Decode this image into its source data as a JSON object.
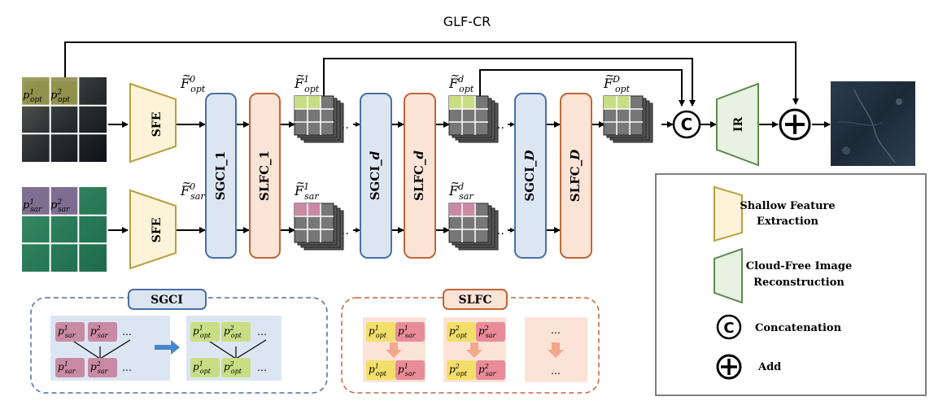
{
  "title": "GLF-CR",
  "modules": {
    "sfe": "SFE",
    "sgci_1": "SGCI_1",
    "slfc_1": "SLFC_1",
    "sgci_d_prefix": "SGCI_",
    "sgci_d_suffix": "d",
    "slfc_d_prefix": "SLFC_",
    "slfc_d_suffix": "d",
    "sgci_D_prefix": "SGCI_",
    "sgci_D_suffix": "D",
    "slfc_D_prefix": "SLFC_",
    "slfc_D_suffix": "D",
    "ir": "IR",
    "concat_symbol": "C"
  },
  "features": {
    "opt": {
      "base": "F",
      "sub": "opt",
      "sups": [
        "0",
        "1",
        "d",
        "D"
      ]
    },
    "sar": {
      "base": "F",
      "sub": "sar",
      "sups": [
        "0",
        "1",
        "d"
      ]
    }
  },
  "patches": {
    "opt": [
      {
        "base": "p",
        "sub": "opt",
        "sup": "1"
      },
      {
        "base": "p",
        "sub": "opt",
        "sup": "2"
      }
    ],
    "sar": [
      {
        "base": "p",
        "sub": "sar",
        "sup": "1"
      },
      {
        "base": "p",
        "sub": "sar",
        "sup": "2"
      }
    ]
  },
  "ellipsis": "…",
  "detail_sgci": {
    "title": "SGCI"
  },
  "detail_slfc": {
    "title": "SLFC"
  },
  "legend": {
    "items": [
      {
        "label_line1": "Shallow Feature",
        "label_line2": "Extraction"
      },
      {
        "label_line1": "Cloud-Free Image",
        "label_line2": "Reconstruction"
      },
      {
        "label": "Concatenation"
      },
      {
        "label": "Add"
      }
    ]
  },
  "colors": {
    "sfe_fill": "#fdf3d8",
    "sfe_stroke": "#b8a040",
    "sgci_fill": "#dce6f3",
    "sgci_stroke": "#4a6fa5",
    "slfc_fill": "#fbe3d6",
    "slfc_stroke": "#c0663a",
    "ir_fill": "#e8f2e3",
    "ir_stroke": "#5e8a4f",
    "opt_token": "#c9de84",
    "sar_token": "#c98aa4",
    "opt_patch": "#f3de6a",
    "sar_patch": "#e98c9a"
  }
}
